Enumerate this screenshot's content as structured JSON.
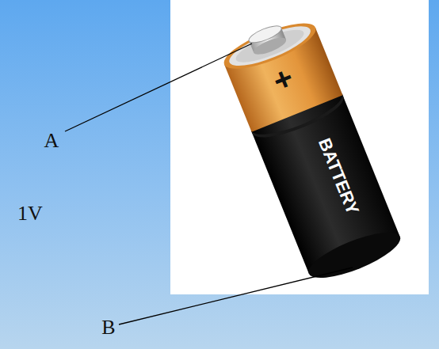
{
  "diagram": {
    "labels": [
      "A",
      "1V",
      "+",
      "BATTERY",
      "B"
    ]
  }
}
